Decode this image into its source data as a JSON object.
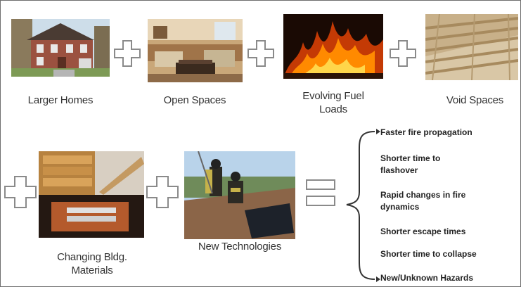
{
  "factors": [
    {
      "label": "Larger Homes",
      "icon": "house-photo"
    },
    {
      "label": "Open Spaces",
      "icon": "living-room-photo"
    },
    {
      "label": "Evolving Fuel Loads",
      "icon": "fire-photo"
    },
    {
      "label": "Void Spaces",
      "icon": "ceiling-joists-photo"
    },
    {
      "label": "Changing Bldg. Materials",
      "icon": "building-materials-photo"
    },
    {
      "label": "New Technologies",
      "icon": "firefighters-solar-roof-photo"
    }
  ],
  "results": [
    "Faster fire propagation",
    "Shorter time to flashover",
    "Rapid changes in fire dynamics",
    "Shorter escape times",
    "Shorter time to collapse",
    "New/Unknown Hazards"
  ],
  "colors": {
    "operator": "#8a8a8a",
    "fire": "#ff8a00",
    "sky": "#b9d3ea"
  }
}
